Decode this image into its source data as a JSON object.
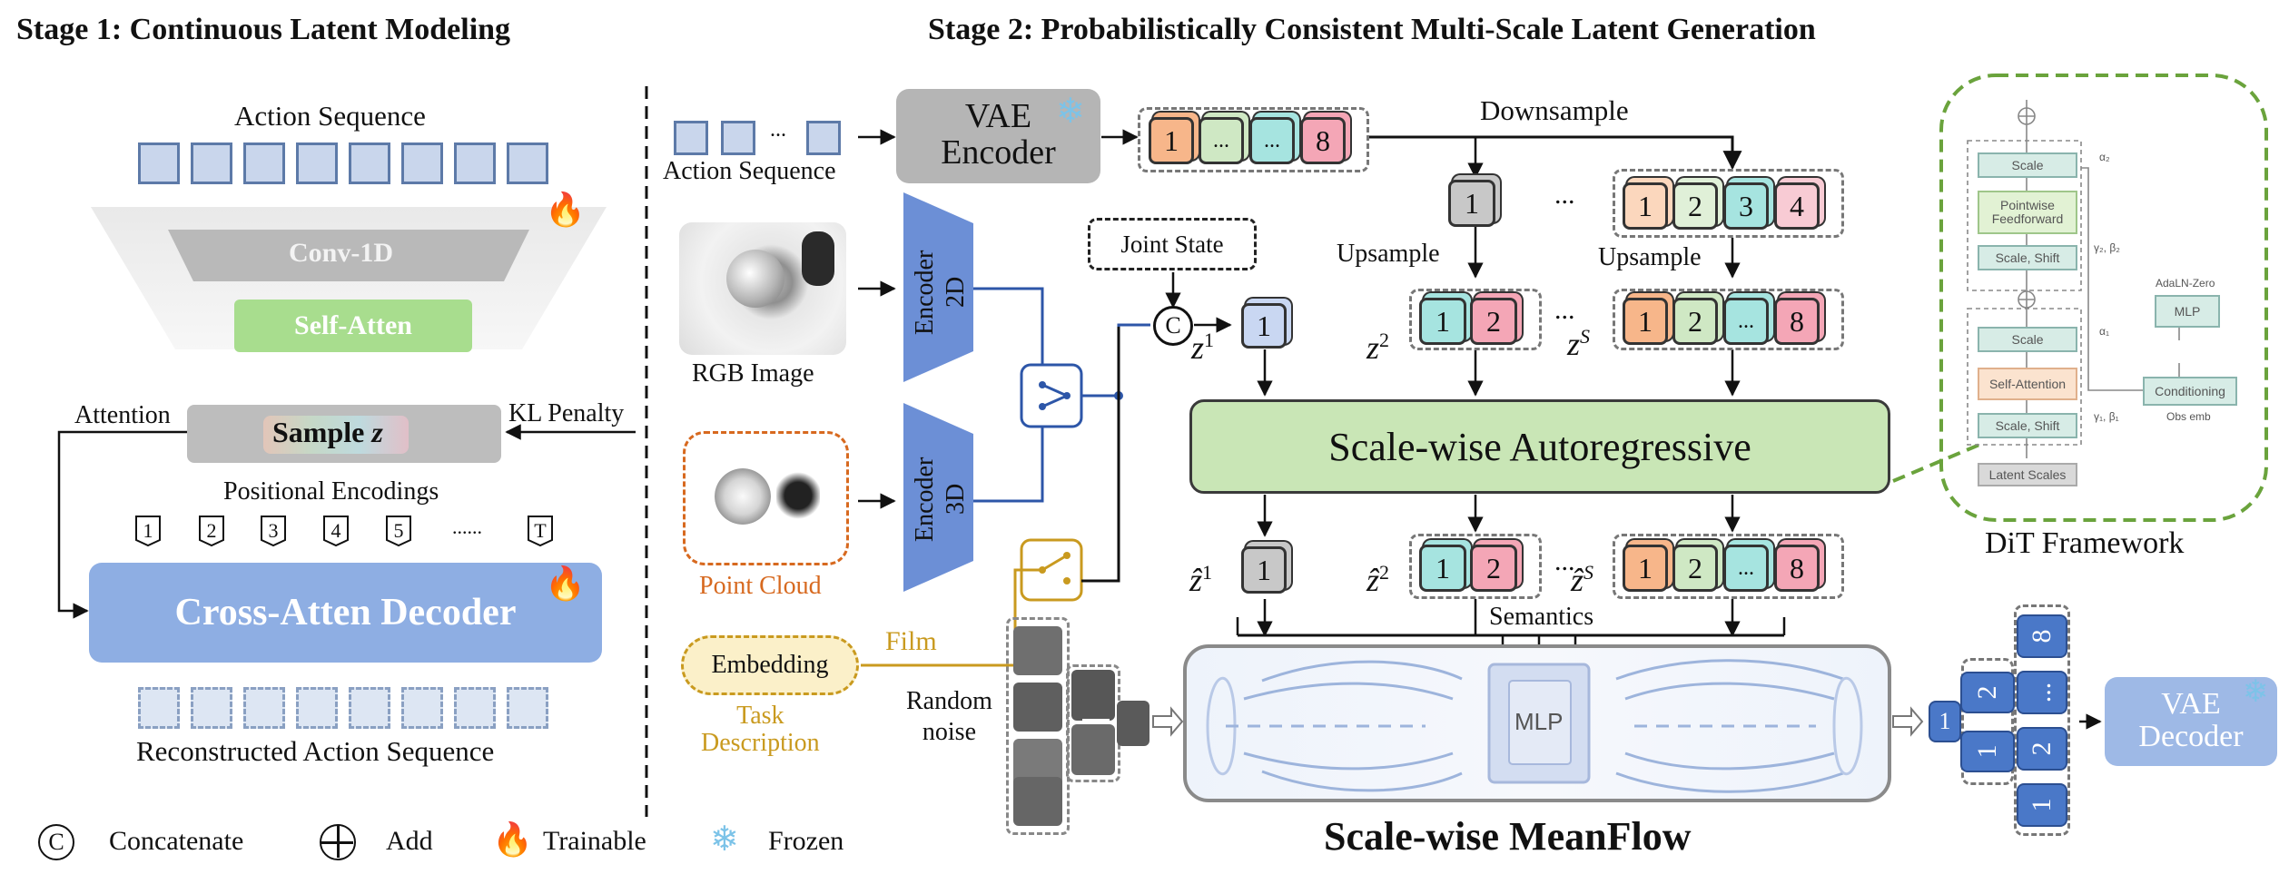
{
  "stage1": {
    "title": "Stage 1: Continuous Latent Modeling",
    "action_sequence": "Action Sequence",
    "conv": "Conv-1D",
    "self_atten": "Self-Atten",
    "attention": "Attention",
    "kl_penalty": "KL Penalty",
    "sample": "Sample",
    "sample_var": "z",
    "positional_encodings": "Positional Encodings",
    "pos_tokens": [
      "1",
      "2",
      "3",
      "4",
      "5",
      "......",
      "T"
    ],
    "decoder": "Cross-Atten Decoder",
    "reconstructed": "Reconstructed Action Sequence"
  },
  "stage2": {
    "title": "Stage 2: Probabilistically Consistent Multi-Scale Latent Generation",
    "vae_encoder": [
      "VAE",
      "Encoder"
    ],
    "action_sequence": "Action Sequence",
    "ellipsis": "...",
    "rgb_image": "RGB Image",
    "point_cloud": "Point Cloud",
    "encoder_2d": [
      "2D",
      "Encoder"
    ],
    "encoder_3d": [
      "3D",
      "Encoder"
    ],
    "joint_state": "Joint State",
    "concat_symbol": "C",
    "embedding": "Embedding",
    "task_description": [
      "Task",
      "Description"
    ],
    "film": "Film",
    "downsample": "Downsample",
    "upsample_1": "Upsample",
    "upsample_2": "Upsample",
    "encoder_tokens": [
      "1",
      "...",
      "...",
      "8"
    ],
    "scale1_token": "1",
    "scale_k_tokens": [
      "1",
      "2",
      "3",
      "4"
    ],
    "z2_tokens": [
      "1",
      "2"
    ],
    "zS_tokens": [
      "1",
      "2",
      "...",
      "8"
    ],
    "dots": "...",
    "z_labels": {
      "z1": "z",
      "z1_sup": "1",
      "z2": "z",
      "z2_sup": "2",
      "zS": "z",
      "zS_sup": "S"
    },
    "zhat_labels": {
      "z1_sup": "1",
      "z2_sup": "2",
      "zS_sup": "S"
    },
    "autoregressive": "Scale-wise Autoregressive",
    "semantics": "Semantics",
    "random_noise": [
      "Random",
      "noise"
    ],
    "mlp": "MLP",
    "meanflow": "Scale-wise MeanFlow",
    "vae_decoder": [
      "VAE",
      "Decoder"
    ],
    "out_tokens": {
      "a": "1",
      "b1": "2",
      "b2": "1",
      "c1": "8",
      "c2": "...",
      "c3": "2",
      "c4": "1"
    }
  },
  "dit": {
    "caption": "DiT Framework",
    "scale_top": "Scale",
    "pointwise": [
      "Pointwise",
      "Feedforward"
    ],
    "scale_shift_top": "Scale, Shift",
    "scale_mid": "Scale",
    "self_attention": "Self-Attention",
    "scale_shift_bot": "Scale, Shift",
    "latent_scales": "Latent Scales",
    "adaln": "AdaLN-Zero",
    "mlp": "MLP",
    "conditioning": "Conditioning",
    "obs_emb": "Obs emb",
    "alpha2": "α₂",
    "gb2": "γ₂, β₂",
    "alpha1": "α₁",
    "gb1": "γ₁, β₁"
  },
  "legend": {
    "concatenate": "Concatenate",
    "concat_symbol": "C",
    "add": "Add",
    "trainable": "Trainable",
    "frozen": "Frozen"
  },
  "colors": {
    "orange": "#f7b68a",
    "green": "#cfe8c4",
    "cyan": "#a6e4e0",
    "pink": "#f4a6b6",
    "blue_main": "#4a78c8",
    "decoder_blue": "#8eaee3",
    "ar_green": "#c9e6b6",
    "gold": "#c99a1f",
    "dit_border": "#6aa33c"
  }
}
